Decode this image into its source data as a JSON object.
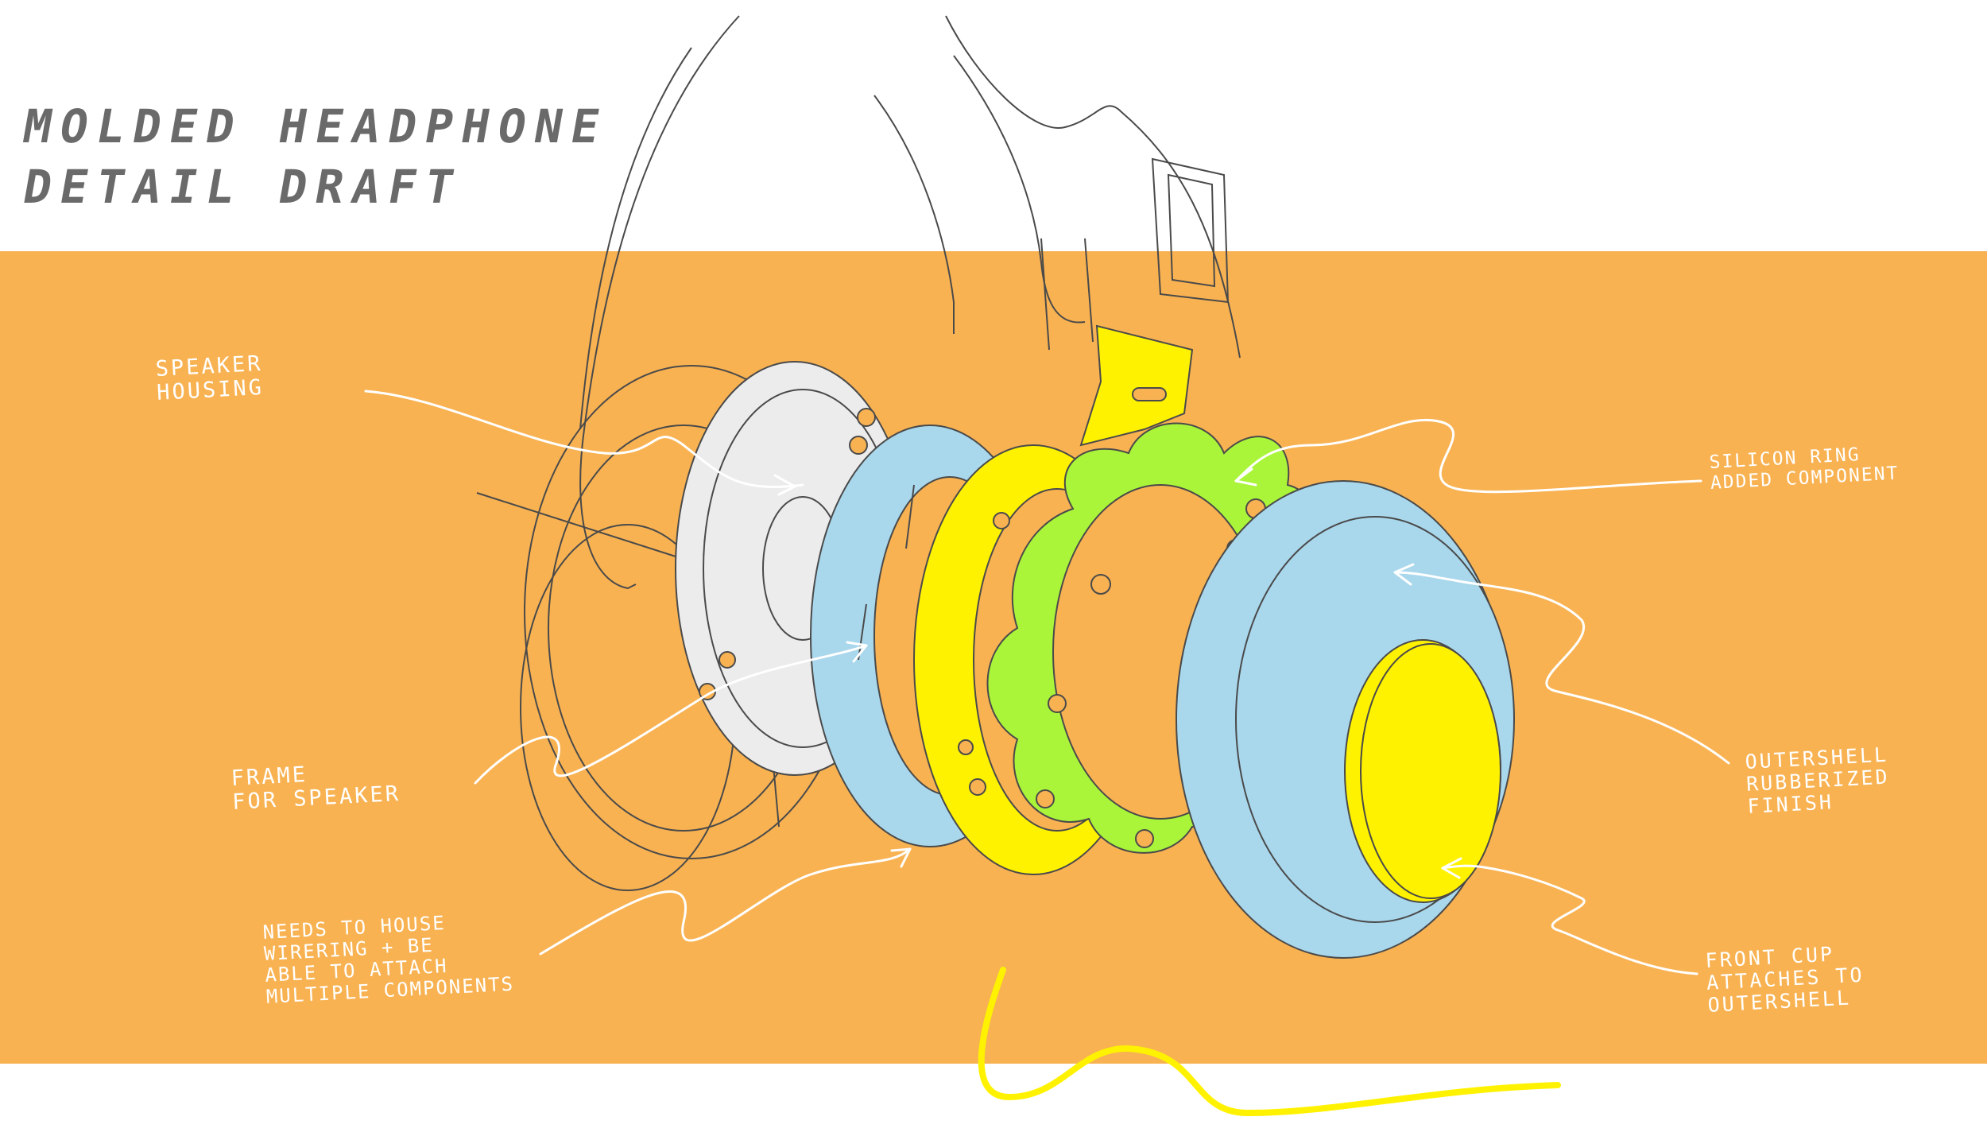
{
  "title": {
    "line1": "Molded Headphone",
    "line2": "Detail Draft"
  },
  "colors": {
    "background": "#ffffff",
    "band": "#f8b252",
    "title": "#6a6a6a",
    "label": "#ffffff",
    "sketch_line": "#4a4a4a",
    "yellow_part": "#fff200",
    "green_part": "#aaf53a",
    "blue_part": "#a9d7ec",
    "grey_part": "#ececec"
  },
  "labels": [
    {
      "id": "speaker-housing",
      "lines": [
        "Speaker",
        "Housing"
      ]
    },
    {
      "id": "frame-for-speaker",
      "lines": [
        "Frame",
        "For Speaker"
      ]
    },
    {
      "id": "needs-to-house",
      "lines": [
        "Needs to house",
        "wirering + be",
        "able to attach",
        "multiple components"
      ]
    },
    {
      "id": "silicon-ring",
      "lines": [
        "Silicon Ring",
        "added component"
      ]
    },
    {
      "id": "outershell",
      "lines": [
        "Outershell",
        "Rubberized",
        "Finish"
      ]
    },
    {
      "id": "front-cup",
      "lines": [
        "Front Cup",
        "attaches to",
        "outershell"
      ]
    }
  ]
}
